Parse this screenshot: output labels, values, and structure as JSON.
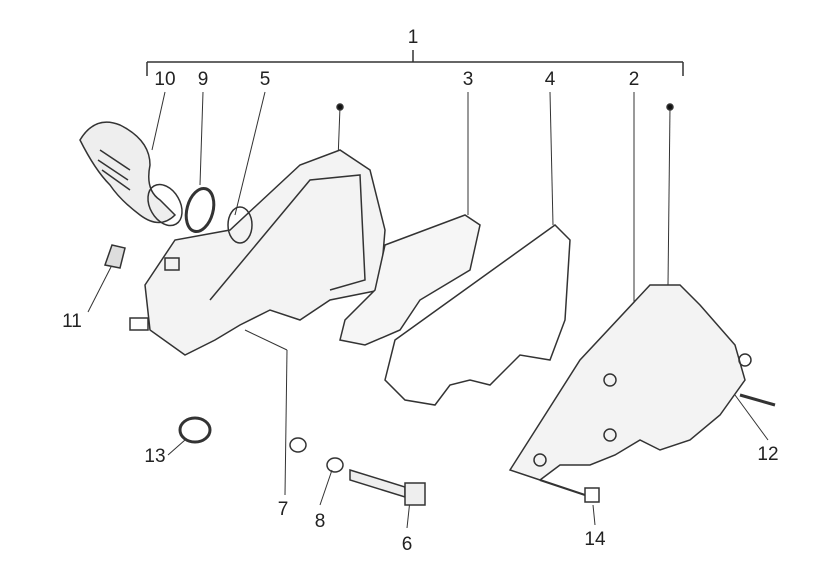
{
  "diagram": {
    "group_label": "1",
    "callouts": [
      {
        "id": "c1",
        "text": "1"
      },
      {
        "id": "c10",
        "text": "10"
      },
      {
        "id": "c9",
        "text": "9"
      },
      {
        "id": "c5",
        "text": "5"
      },
      {
        "id": "c3",
        "text": "3"
      },
      {
        "id": "c4",
        "text": "4"
      },
      {
        "id": "c2",
        "text": "2"
      },
      {
        "id": "c11",
        "text": "11"
      },
      {
        "id": "c13",
        "text": "13"
      },
      {
        "id": "c7",
        "text": "7"
      },
      {
        "id": "c8",
        "text": "8"
      },
      {
        "id": "c6",
        "text": "6"
      },
      {
        "id": "c14",
        "text": "14"
      },
      {
        "id": "c12",
        "text": "12"
      }
    ]
  }
}
